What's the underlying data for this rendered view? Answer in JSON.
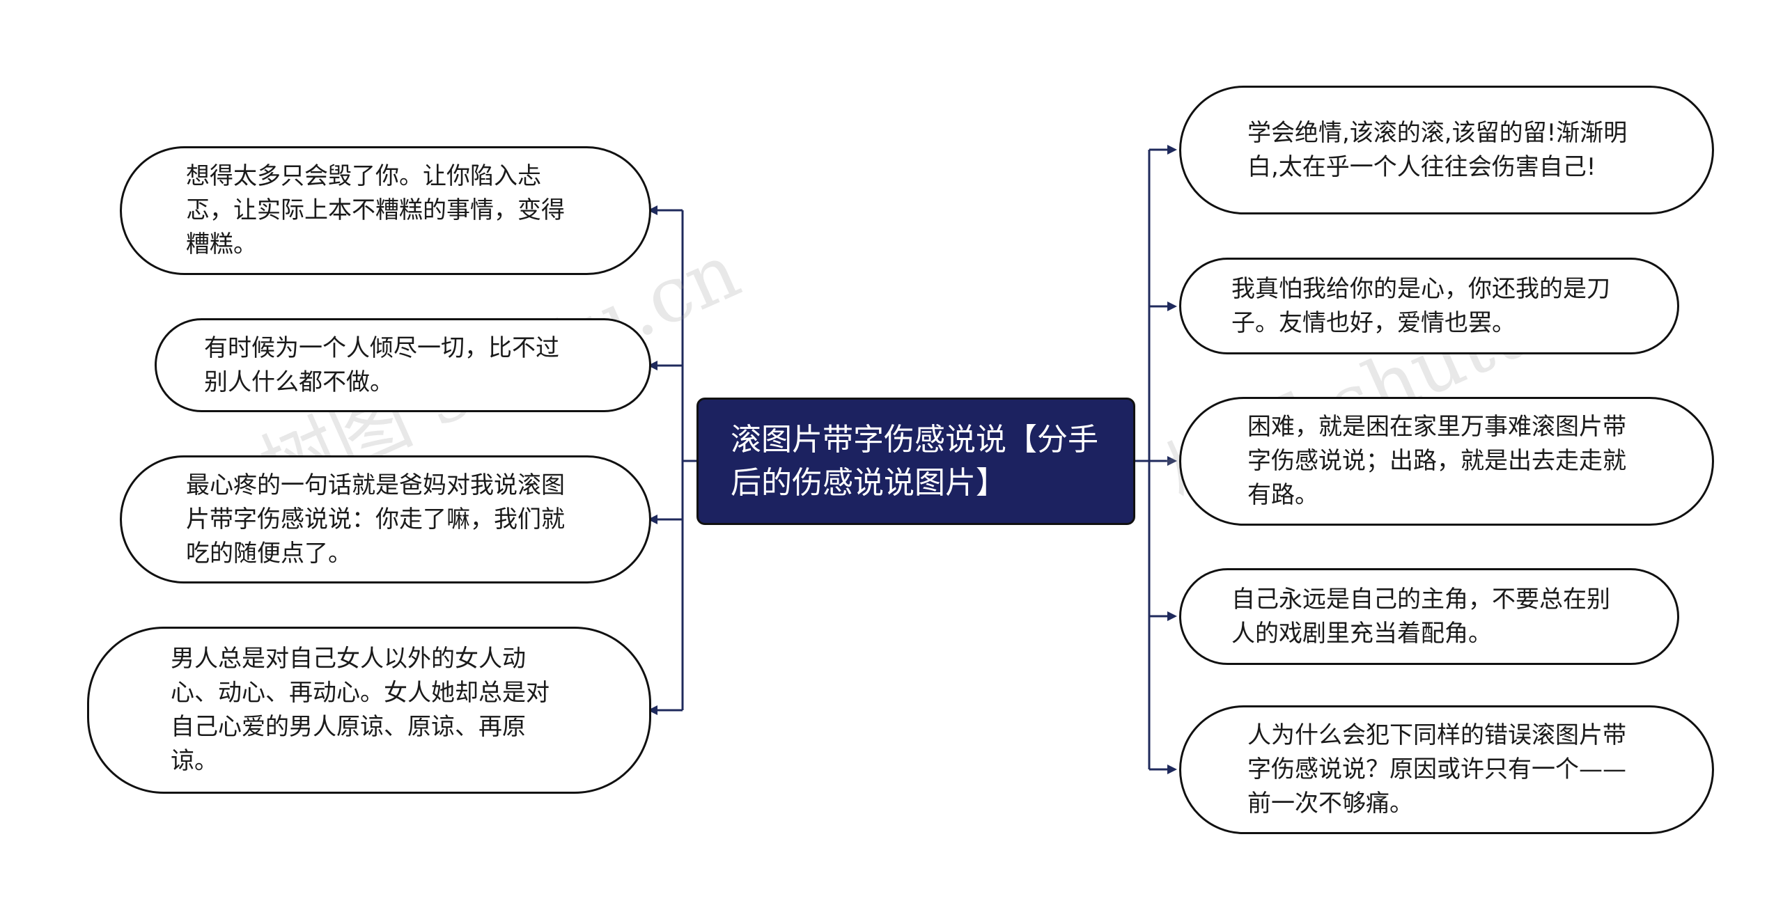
{
  "central_topic": "滚图片带字伤感说说【分手后的伤感说说图片】",
  "left_branches": [
    {
      "text": "想得太多只会毁了你。让你陷入忐忑，让实际上本不糟糕的事情，变得糟糕。"
    },
    {
      "text": "有时候为一个人倾尽一切，比不过别人什么都不做。"
    },
    {
      "text": "最心疼的一句话就是爸妈对我说滚图片带字伤感说说：你走了嘛，我们就吃的随便点了。"
    },
    {
      "text": "男人总是对自己女人以外的女人动心、动心、再动心。女人她却总是对自己心爱的男人原谅、原谅、再原谅。"
    }
  ],
  "right_branches": [
    {
      "text": "学会绝情,该滚的滚,该留的留!渐渐明白,太在乎一个人往往会伤害自己!"
    },
    {
      "text": "我真怕我给你的是心，你还我的是刀子。友情也好，爱情也罢。"
    },
    {
      "text": "困难，就是困在家里万事难滚图片带字伤感说说；出路，就是出去走走就有路。"
    },
    {
      "text": "自己永远是自己的主角，不要总在别人的戏剧里充当着配角。"
    },
    {
      "text": "人为什么会犯下同样的错误滚图片带字伤感说说？原因或许只有一个——前一次不够痛。"
    }
  ],
  "watermarks": [
    "树图 shutu.cn",
    "树图 shutu.cn"
  ],
  "colors": {
    "central_fill": "#1c2260",
    "connector": "#1f2a5c",
    "node_border": "#111111",
    "node_fill": "#ffffff"
  }
}
